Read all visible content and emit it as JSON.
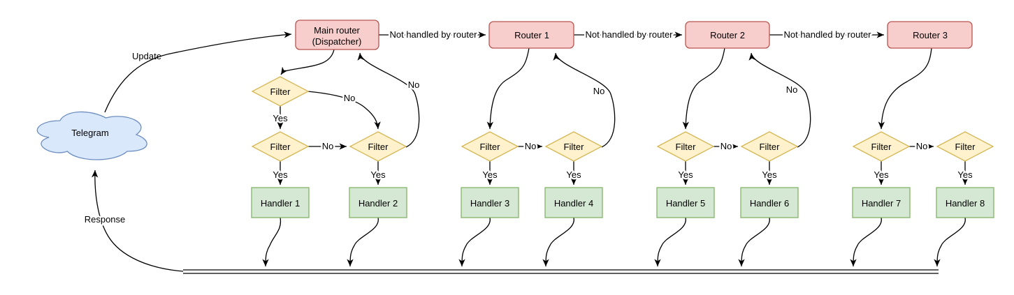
{
  "cloud": {
    "label": "Telegram"
  },
  "dispatcher": {
    "title": "Main router",
    "subtitle": "(Dispatcher)"
  },
  "routers": [
    "Router 1",
    "Router 2",
    "Router 3"
  ],
  "filters": {
    "label": "Filter"
  },
  "handlers": [
    "Handler 1",
    "Handler 2",
    "Handler 3",
    "Handler 4",
    "Handler 5",
    "Handler 6",
    "Handler 7",
    "Handler 8"
  ],
  "edges": {
    "update": "Update",
    "response": "Response",
    "not_handled": "Not handled by router",
    "yes": "Yes",
    "no": "No"
  },
  "colors": {
    "router_fill": "#f8cecc",
    "router_stroke": "#b85450",
    "filter_fill": "#fff2cc",
    "filter_stroke": "#d6b656",
    "handler_fill": "#d5e8d4",
    "handler_stroke": "#82b366",
    "cloud_fill": "#dae8fc",
    "cloud_stroke": "#6c8ebf",
    "edge": "#000000"
  }
}
